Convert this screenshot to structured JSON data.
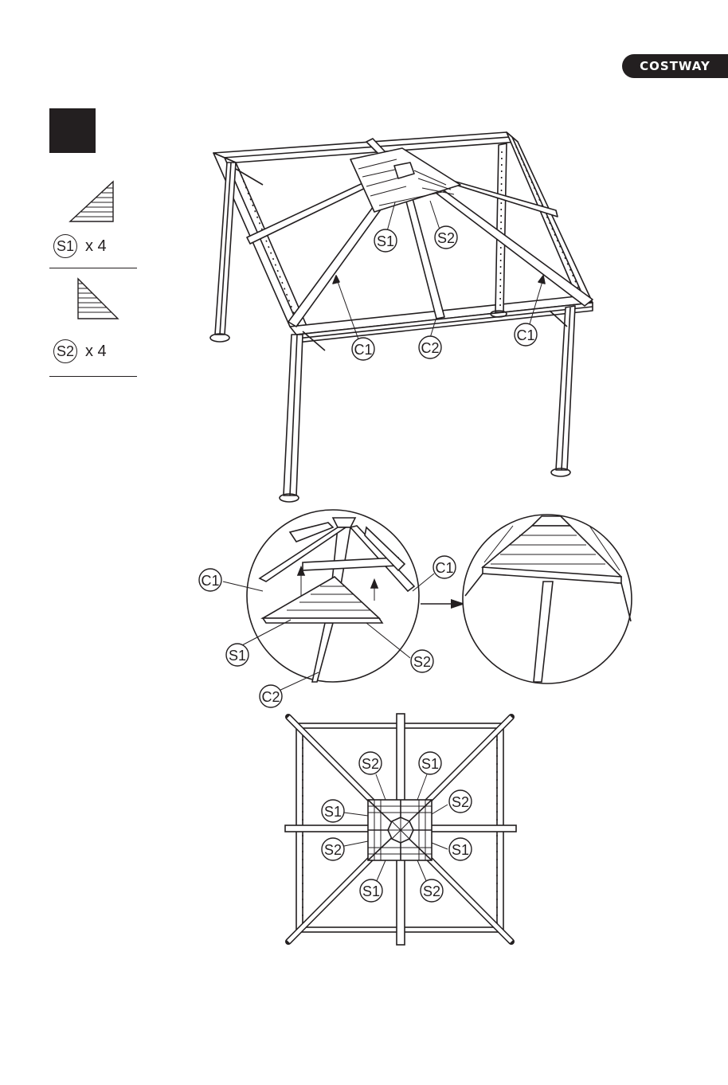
{
  "brand": "COSTWAY",
  "parts": [
    {
      "id": "S1",
      "qty": "x 4"
    },
    {
      "id": "S2",
      "qty": "x 4"
    }
  ],
  "callouts": {
    "main": [
      "S1",
      "S2",
      "C1",
      "C2",
      "C1"
    ],
    "detail": [
      "C1",
      "C1",
      "S1",
      "S2",
      "C2"
    ],
    "top": [
      "S2",
      "S1",
      "S1",
      "S2",
      "S2",
      "S1",
      "S1",
      "S2"
    ]
  },
  "colors": {
    "ink": "#231f20",
    "background": "#ffffff"
  }
}
